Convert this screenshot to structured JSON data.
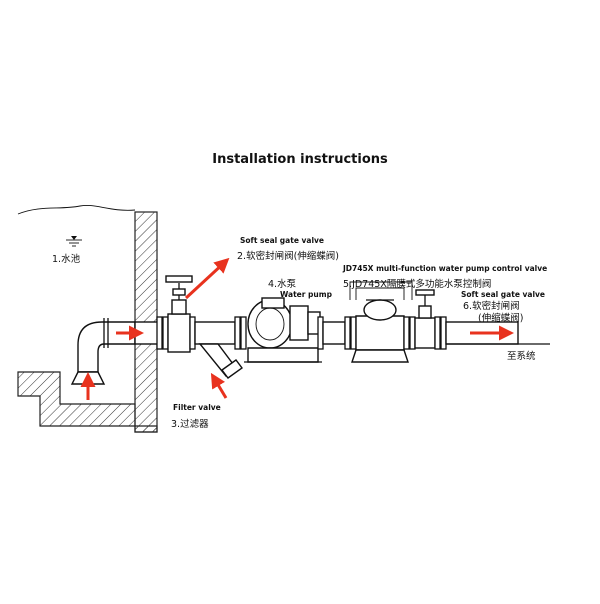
{
  "title": "Installation instructions",
  "labels": {
    "pool": "1.水池",
    "gate_valve_1_en": "Soft seal gate valve",
    "gate_valve_1_zh": "2.软密封闸阀(伸缩蝶阀)",
    "pump_zh": "4.水泵",
    "pump_en": "Water pump",
    "control_valve_en": "JD745X multi-function water pump control valve",
    "control_valve_zh": "5.JD745X隔膜式多功能水泵控制阀",
    "gate_valve_2_en": "Soft seal gate valve",
    "gate_valve_2_zh_a": "6.软密封闸阀",
    "gate_valve_2_zh_b": "(伸缩蝶阀)",
    "to_system": "至系统",
    "filter_en": "Filter valve",
    "filter_zh": "3.过滤器"
  },
  "colors": {
    "arrow": "#e8321e",
    "outline": "#111111",
    "background": "#ffffff"
  },
  "icons": [
    "flow-arrow",
    "valve-handwheel",
    "water-level-mark"
  ]
}
